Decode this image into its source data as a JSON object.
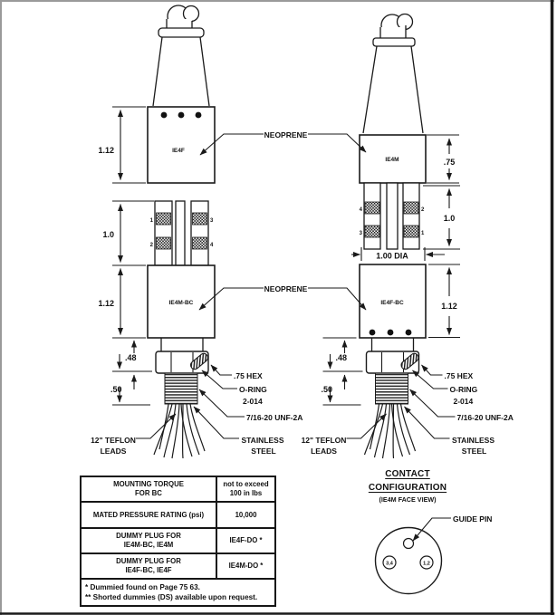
{
  "drawing": {
    "neoprene_label": "NEOPRENE",
    "left_connector": {
      "body_label": "IE4F",
      "coupler_label": "IE4M-BC",
      "dim_body": "1.12",
      "dim_pins": "1.0",
      "dim_coupler": "1.12",
      "pin_top_left": "1",
      "pin_bottom_left": "2",
      "pin_top_right": "3",
      "pin_bottom_right": "4"
    },
    "right_connector": {
      "body_label": "IE4M",
      "coupler_label": "IE4F-BC",
      "dim_body": ".75",
      "dim_pins": "1.0",
      "dim_dia": "1.00 DIA",
      "dim_coupler": "1.12",
      "pin_top_left": "4",
      "pin_bottom_left": "3",
      "pin_top_right": "2",
      "pin_bottom_right": "1"
    },
    "base": {
      "dim_hex": ".48",
      "dim_thread": ".50",
      "callout_hex": ".75 HEX",
      "callout_oring1": "O-RING",
      "callout_oring2": "2-014",
      "callout_thread": "7/16-20 UNF-2A",
      "callout_stainless1": "STAINLESS",
      "callout_stainless2": "STEEL",
      "callout_leads1": "12\" TEFLON",
      "callout_leads2": "LEADS"
    }
  },
  "table": {
    "rows": [
      {
        "label1": "MOUNTING TORQUE",
        "label2": "FOR BC",
        "value1": "not to exceed",
        "value2": "100 in lbs"
      },
      {
        "label1": "MATED PRESSURE RATING (psi)",
        "label2": "",
        "value1": "10,000",
        "value2": ""
      },
      {
        "label1": "DUMMY PLUG FOR",
        "label2": "IE4M-BC, IE4M",
        "value1": "IE4F-DO *",
        "value2": ""
      },
      {
        "label1": "DUMMY PLUG FOR",
        "label2": "IE4F-BC, IE4F",
        "value1": "IE4M-DO *",
        "value2": ""
      }
    ],
    "footnote1": "* Dummied found on Page 75 63.",
    "footnote2": "** Shorted dummies (DS) available upon request."
  },
  "contact": {
    "title1": "CONTACT",
    "title2": "CONFIGURATION",
    "subtitle": "(IE4M FACE VIEW)",
    "guide_pin": "GUIDE PIN",
    "left_pins": "3,4",
    "right_pins": "1,2"
  }
}
